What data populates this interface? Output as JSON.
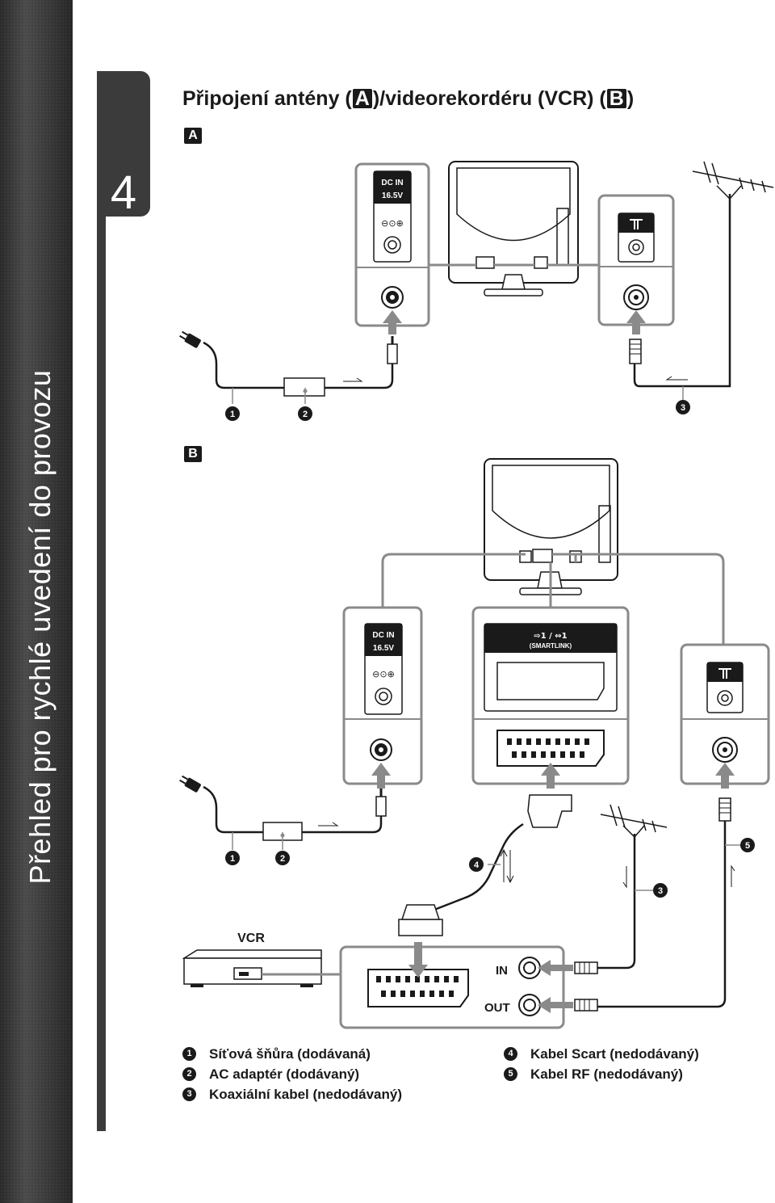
{
  "side_title": "Přehled pro rychlé uvedení do provozu",
  "tab_number": "4",
  "heading": {
    "part1": "Připojení antény (",
    "label_a": "A",
    "part2": ")/videorekordéru (VCR) (",
    "label_b": "B",
    "part3": ")"
  },
  "section_a_label": "A",
  "section_b_label": "B",
  "panel_text": {
    "dc_in": "DC IN",
    "voltage": "16.5V",
    "smartlink_title": "⇨1 / ⇔1",
    "smartlink": "(SMARTLINK)",
    "vcr": "VCR",
    "in": "IN",
    "out": "OUT"
  },
  "callouts": [
    "1",
    "2",
    "3",
    "4",
    "5"
  ],
  "legend_left": [
    {
      "num": "1",
      "text": "Síťová šňůra (dodávaná)"
    },
    {
      "num": "2",
      "text": "AC adaptér (dodávaný)"
    },
    {
      "num": "3",
      "text": "Koaxiální kabel (nedodávaný)"
    }
  ],
  "legend_right": [
    {
      "num": "4",
      "text": "Kabel Scart (nedodávaný)"
    },
    {
      "num": "5",
      "text": "Kabel RF (nedodávaný)"
    }
  ],
  "colors": {
    "band": "#3b3b3b",
    "line": "#1a1a1a",
    "panel_border": "#8a8a8a",
    "arrow": "#8a8a8a"
  }
}
